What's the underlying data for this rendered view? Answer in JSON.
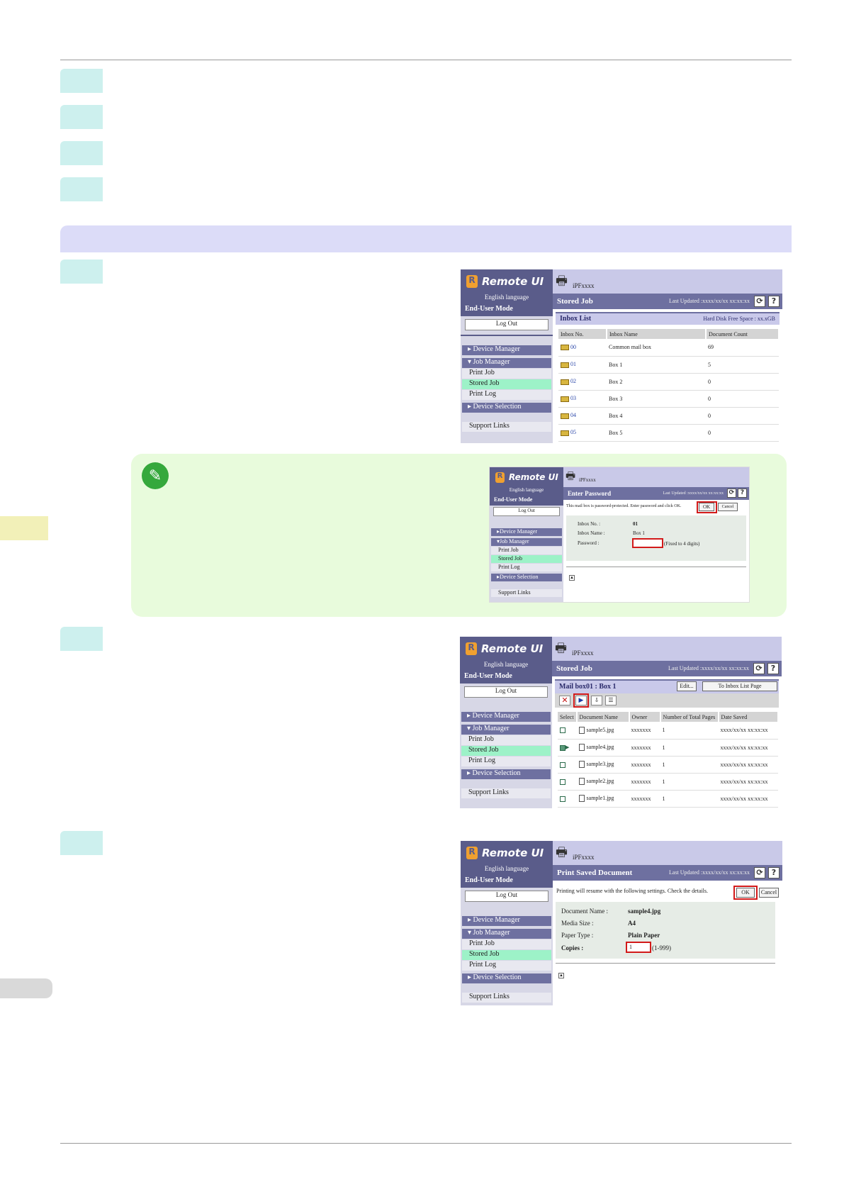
{
  "rui": {
    "brand": "Remote UI",
    "language": "English language",
    "mode": "End-User Mode",
    "logout": "Log Out",
    "model": "iPFxxxx",
    "updated": "Last Updated :xxxx/xx/xx xx:xx:xx",
    "refresh_icon": "refresh-icon",
    "help": "?",
    "nav": {
      "device_manager": "Device Manager",
      "job_manager": "Job Manager",
      "print_job": "Print Job",
      "stored_job": "Stored Job",
      "print_log": "Print Log",
      "device_selection": "Device Selection",
      "support_links": "Support Links"
    }
  },
  "shot1": {
    "title": "Stored Job",
    "subhead": "Inbox List",
    "disk": "Hard Disk Free Space : xx.xGB",
    "headers": [
      "Inbox No.",
      "Inbox Name",
      "Document Count"
    ],
    "rows": [
      {
        "no": "00",
        "name": "Common mail box",
        "count": "69"
      },
      {
        "no": "01",
        "name": "Box 1",
        "count": "5"
      },
      {
        "no": "02",
        "name": "Box 2",
        "count": "0"
      },
      {
        "no": "03",
        "name": "Box 3",
        "count": "0"
      },
      {
        "no": "04",
        "name": "Box 4",
        "count": "0"
      },
      {
        "no": "05",
        "name": "Box 5",
        "count": "0"
      }
    ]
  },
  "shot2": {
    "title": "Enter Password",
    "message": "This mail box is password-protected. Enter password and click OK.",
    "ok": "OK",
    "cancel": "Cancel",
    "inbox_no_label": "Inbox No. :",
    "inbox_no": "01",
    "inbox_name_label": "Inbox Name :",
    "inbox_name": "Box 1",
    "password_label": "Password :",
    "password_hint": "(Fixed to 4 digits)"
  },
  "shot3": {
    "title": "Stored Job",
    "subhead": "Mail box01 : Box 1",
    "edit": "Edit...",
    "to_inbox": "To Inbox List Page",
    "headers": [
      "Select",
      "Document Name",
      "Owner",
      "Number of Total Pages",
      "Date Saved"
    ],
    "rows": [
      {
        "name": "sample5.jpg",
        "owner": "xxxxxxx",
        "pages": "1",
        "date": "xxxx/xx/xx xx:xx:xx",
        "selected": false
      },
      {
        "name": "sample4.jpg",
        "owner": "xxxxxxx",
        "pages": "1",
        "date": "xxxx/xx/xx xx:xx:xx",
        "selected": true
      },
      {
        "name": "sample3.jpg",
        "owner": "xxxxxxx",
        "pages": "1",
        "date": "xxxx/xx/xx xx:xx:xx",
        "selected": false
      },
      {
        "name": "sample2.jpg",
        "owner": "xxxxxxx",
        "pages": "1",
        "date": "xxxx/xx/xx xx:xx:xx",
        "selected": false
      },
      {
        "name": "sample1.jpg",
        "owner": "xxxxxxx",
        "pages": "1",
        "date": "xxxx/xx/xx xx:xx:xx",
        "selected": false
      }
    ]
  },
  "shot4": {
    "title": "Print Saved Document",
    "message": "Printing will resume with the following settings. Check the details.",
    "ok": "OK",
    "cancel": "Cancel",
    "doc_label": "Document Name :",
    "doc": "sample4.jpg",
    "media_label": "Media Size :",
    "media": "A4",
    "paper_label": "Paper Type :",
    "paper": "Plain Paper",
    "copies_label": "Copies :",
    "copies": "1",
    "copies_hint": "(1-999)"
  }
}
